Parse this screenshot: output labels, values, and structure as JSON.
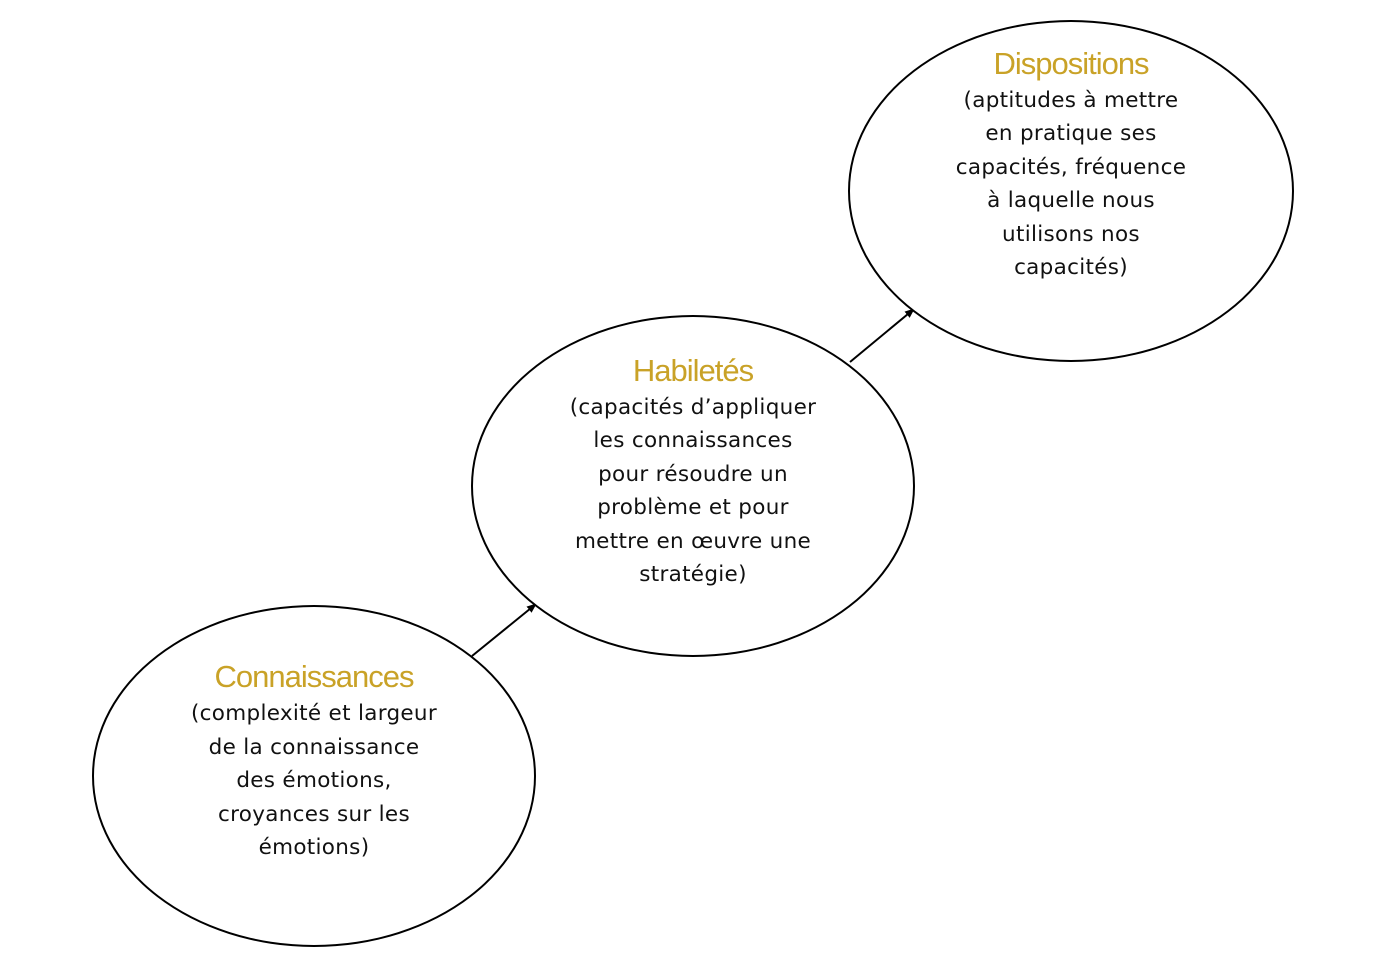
{
  "colors": {
    "title": "#C9A227",
    "stroke": "#000000",
    "text": "#111111"
  },
  "nodes": {
    "connaissances": {
      "title": "Connaissances",
      "description": "(complexité et largeur\nde la connaissance\ndes émotions,\ncroyances sur les\némotions)"
    },
    "habiletes": {
      "title": "Habiletés",
      "description": "(capacités d’appliquer\nles connaissances\npour résoudre un\nproblème et pour\nmettre en œuvre une\nstratégie)"
    },
    "dispositions": {
      "title": "Dispositions",
      "description": "(aptitudes à mettre\nen pratique ses\ncapacités, fréquence\nà laquelle nous\nutilisons nos\ncapacités)"
    }
  },
  "edges": [
    {
      "from": "connaissances",
      "to": "habiletes"
    },
    {
      "from": "habiletes",
      "to": "dispositions"
    }
  ]
}
